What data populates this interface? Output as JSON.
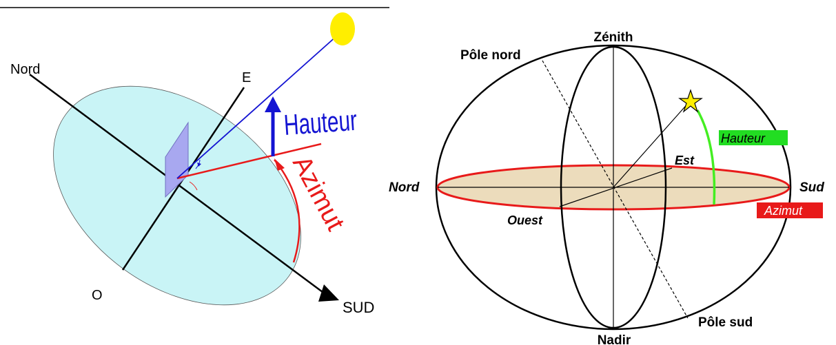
{
  "left_diagram": {
    "labels": {
      "north": "Nord",
      "east": "E",
      "west": "O",
      "south": "SUD",
      "altitude": "Hauteur",
      "azimuth": "Azimut"
    },
    "colors": {
      "horizon_plane": "#c9f4f6",
      "sun": "#ffee00",
      "altitude": "#1414d2",
      "azimuth": "#e81a1a",
      "vertical_plane": "#a8a8f0"
    }
  },
  "right_diagram": {
    "labels": {
      "zenith": "Zénith",
      "north_pole": "Pôle nord",
      "north": "Nord",
      "south": "Sud",
      "east": "Est",
      "west": "Ouest",
      "south_pole": "Pôle sud",
      "nadir": "Nadir",
      "altitude": "Hauteur",
      "azimuth": "Azimut"
    },
    "colors": {
      "horizon_fill": "#ecdcbc",
      "horizon_ring": "#e81a1a",
      "altitude_arc": "#44ee22",
      "altitude_tag": "#22dd22",
      "azimuth_tag": "#e81a1a",
      "star": "#ffee00"
    }
  }
}
